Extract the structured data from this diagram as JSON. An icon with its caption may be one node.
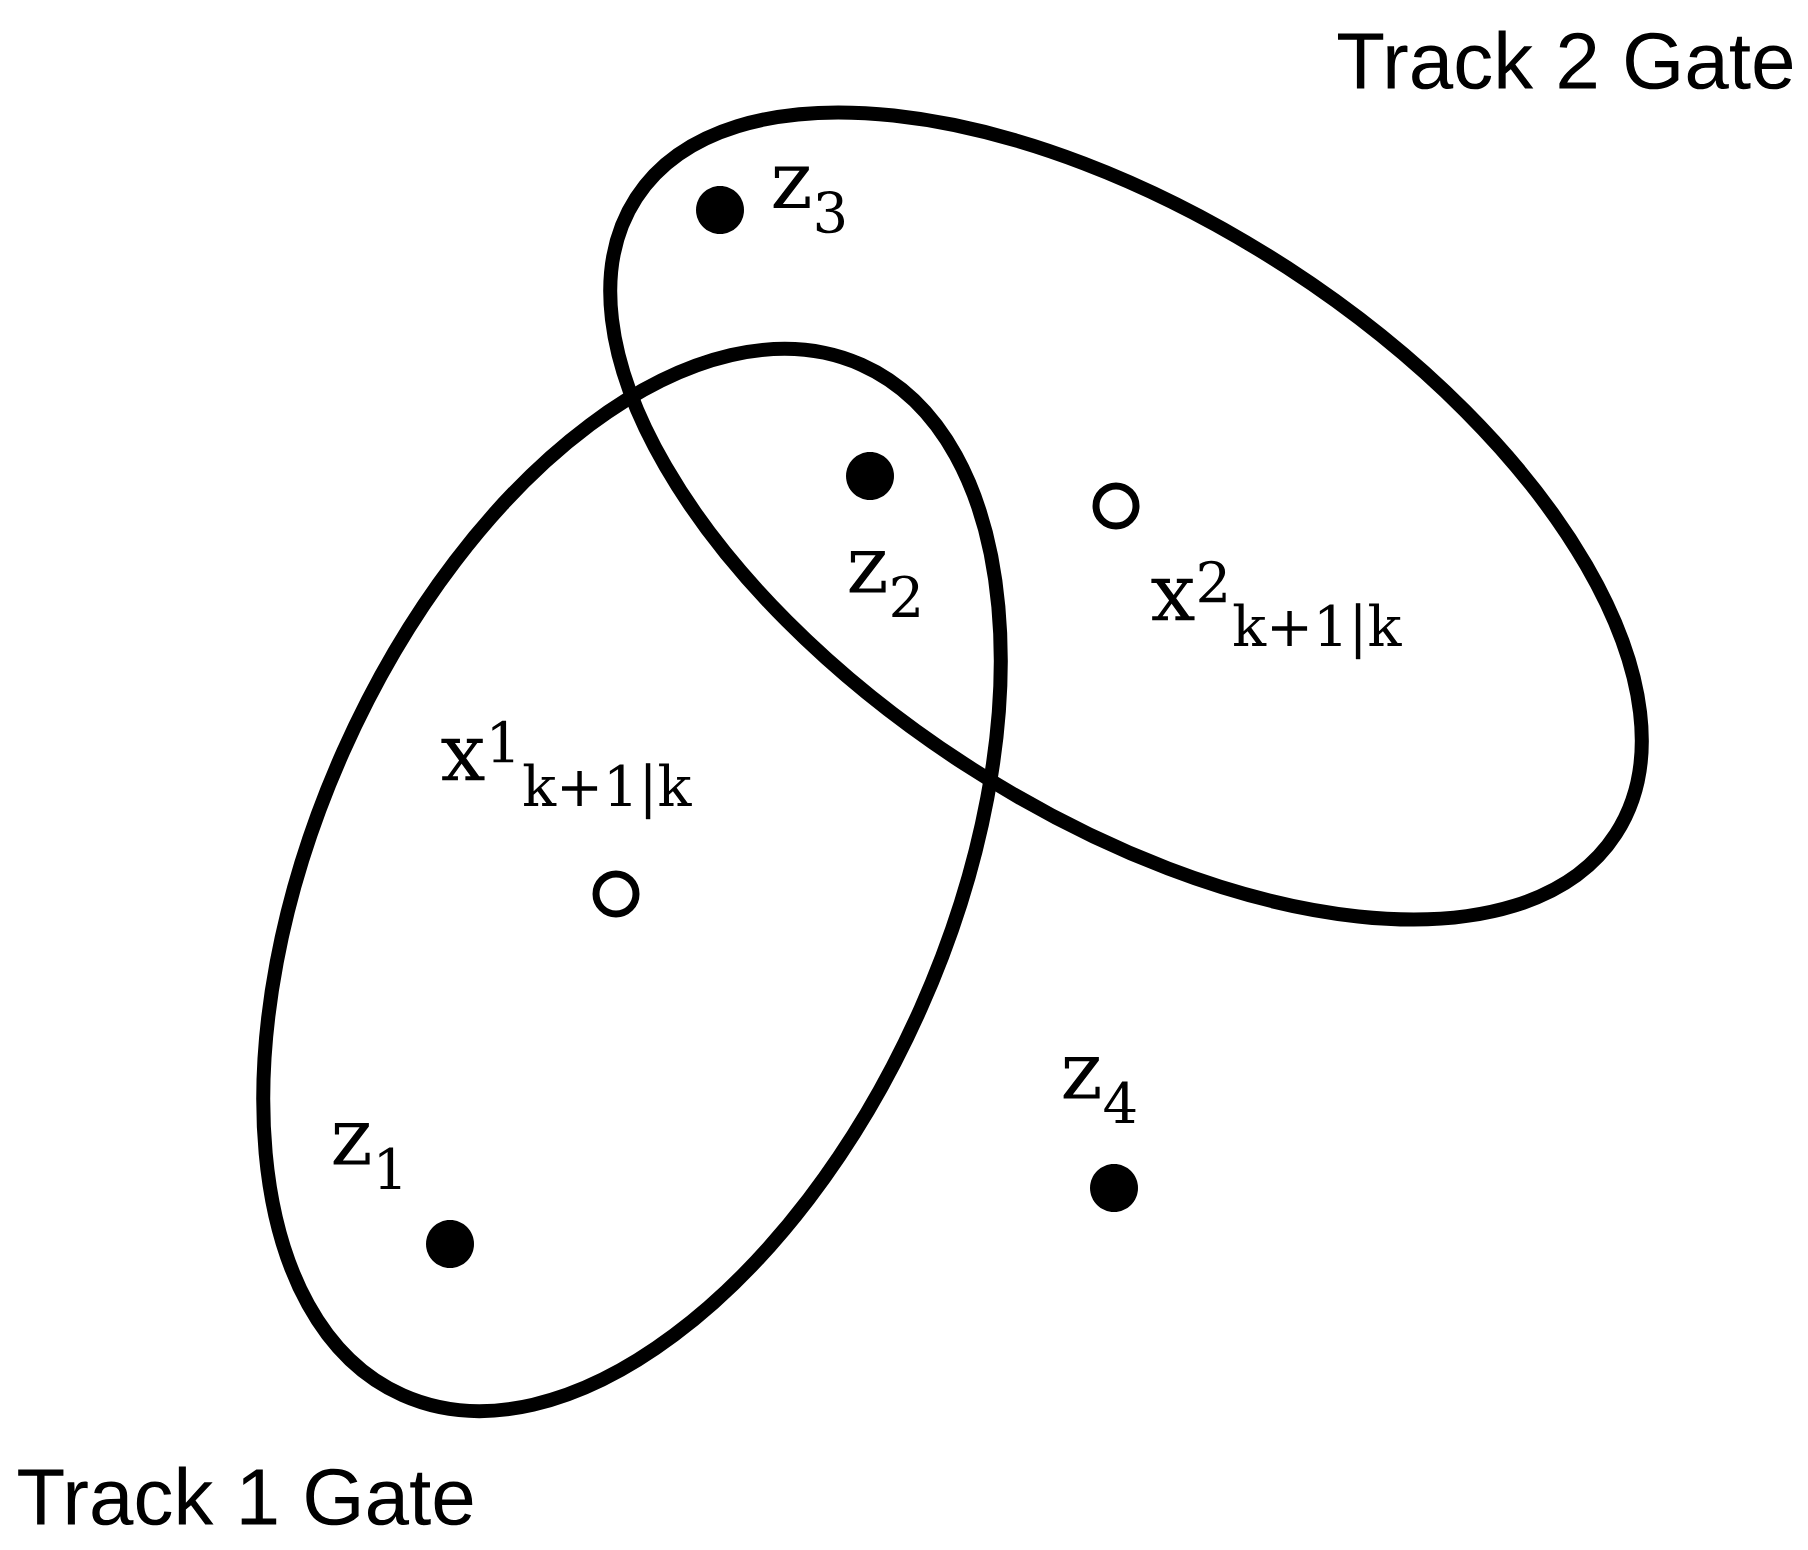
{
  "diagram": {
    "nodes": [
      {
        "text": [
          "Track 2 Gate"
        ]
      },
      {
        "text": [],
        "shape": "circle",
        "beside": [
          "z$_{3}$"
        ],
        "in": 0
      },
      {
        "text": [],
        "shape": "circle",
        "beside": [
          "x$^{2}$$_{k+1|k}$"
        ],
        "in": 0
      },
      {
        "text": [
          "Track 1 Gate"
        ]
      },
      {
        "text": [],
        "shape": "circle",
        "beside": [
          "x$^{1}$$_{k+1|k}$"
        ],
        "in": 3
      },
      {
        "text": [],
        "shape": "circle",
        "beside": [
          "z$_{1}$"
        ],
        "in": 3
      },
      {
        "text": [],
        "shape": "circle",
        "beside": [
          "z$_{2}$"
        ]
      },
      {
        "text": [],
        "shape": "circle",
        "beside": [
          "z$_{4}$"
        ]
      }
    ]
  }
}
